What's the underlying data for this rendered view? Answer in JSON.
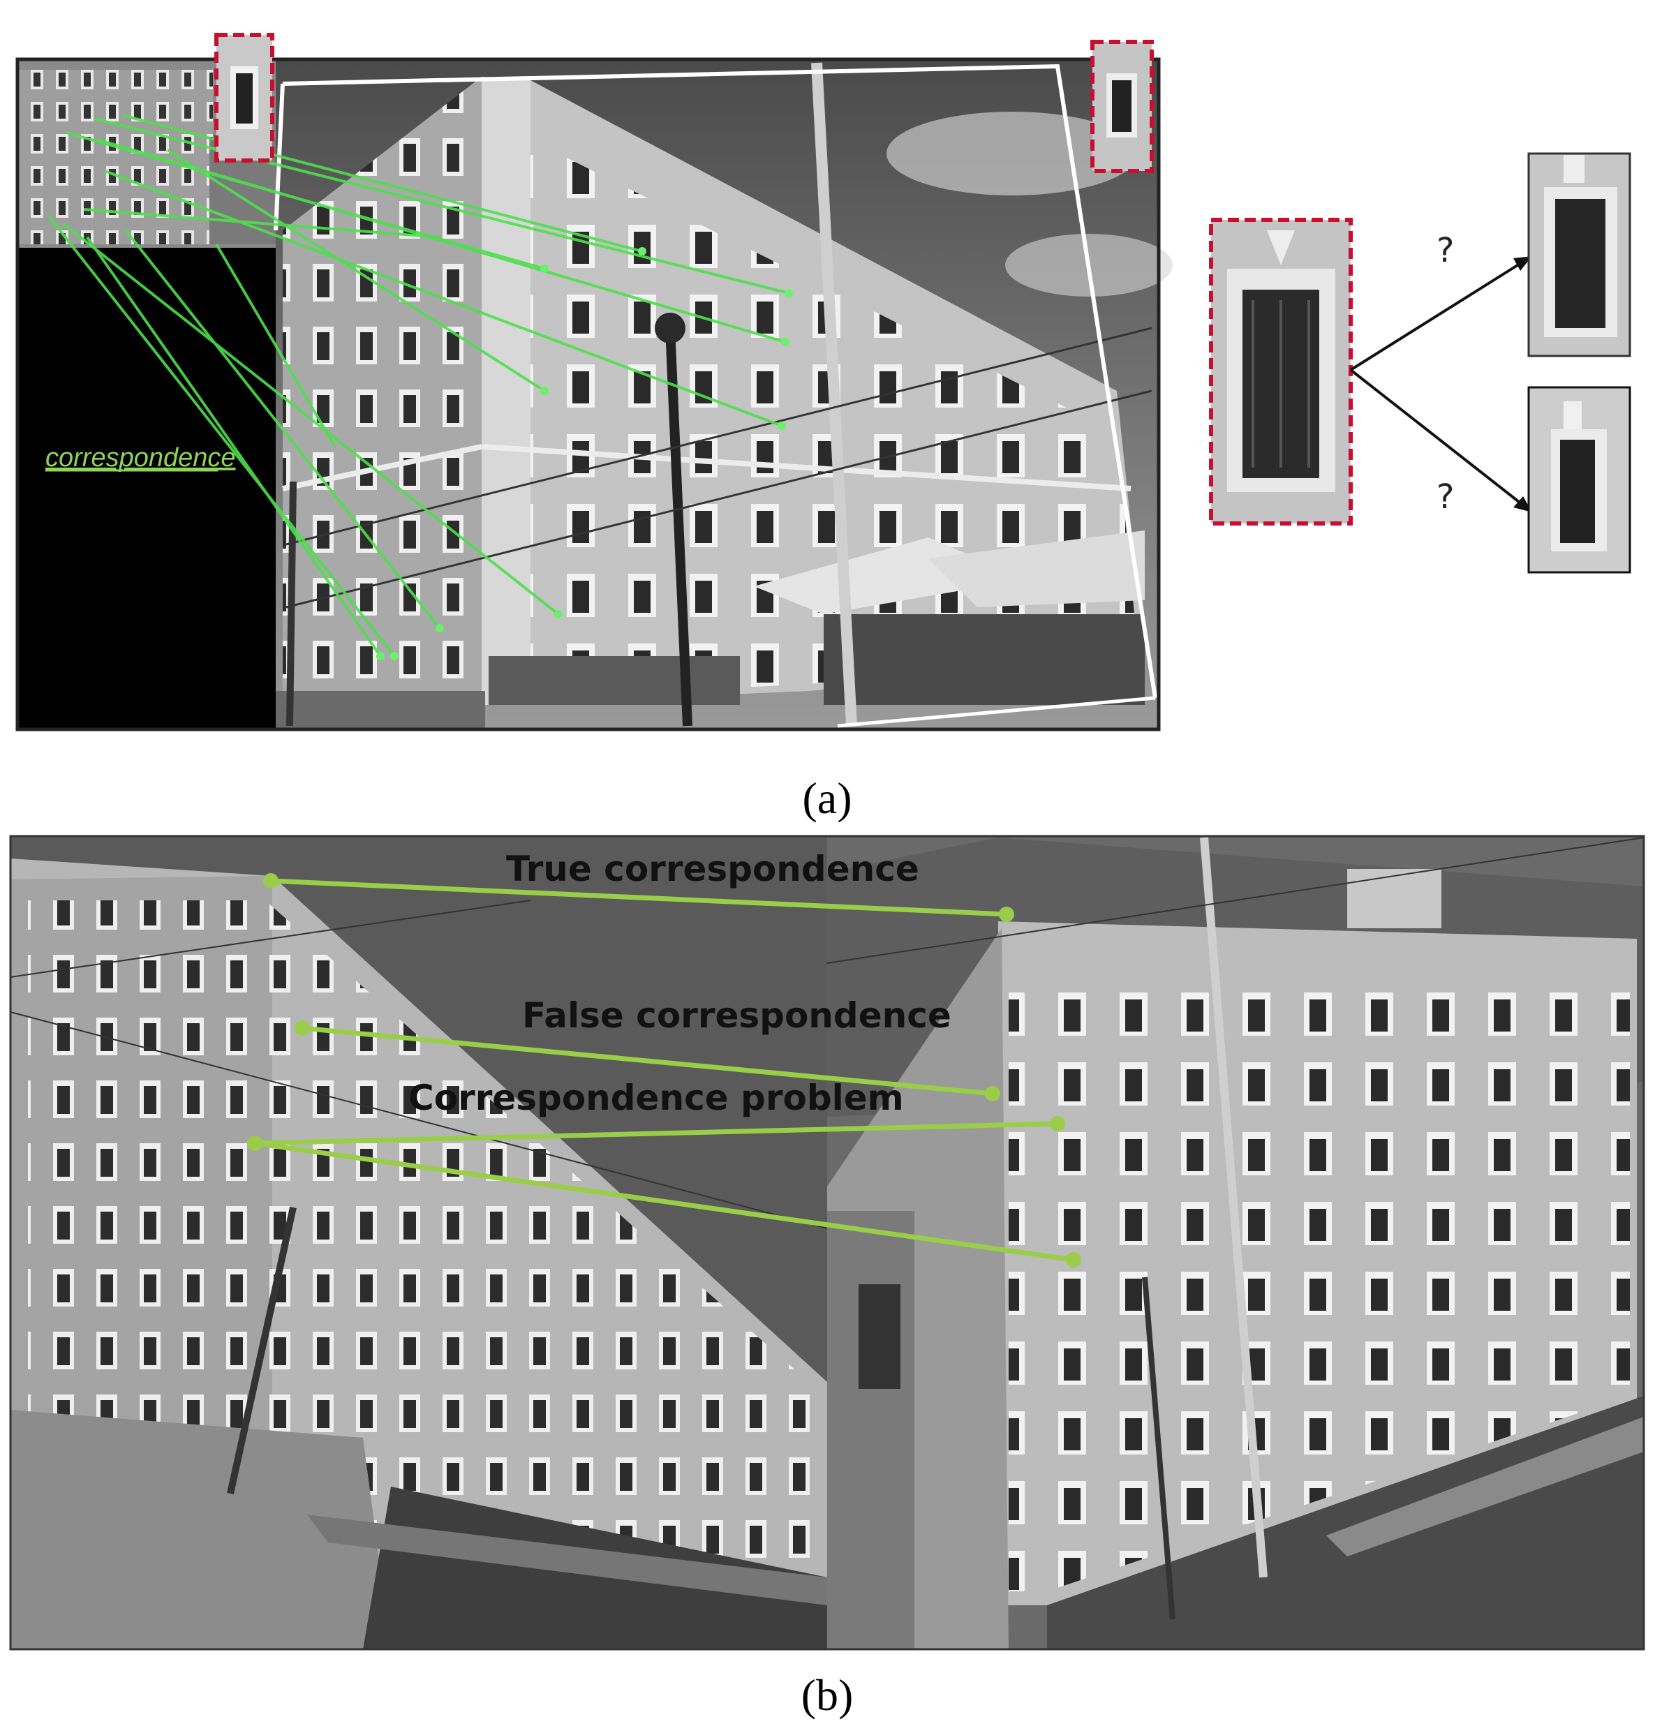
{
  "panel_a": {
    "caption": "(a)",
    "overlay_label": "correspondence",
    "question_mark_top": "?",
    "question_mark_bottom": "?"
  },
  "panel_b": {
    "caption": "(b)",
    "label_true": "True correspondence",
    "label_false": "False correspondence",
    "label_problem": "Correspondence problem"
  },
  "colors": {
    "match_line": "#9acd4a",
    "match_line_a": "#4ee04e",
    "highlight_box": "#c8102e",
    "sky": "#6e6e6e",
    "facade": "#b9b9b9"
  }
}
